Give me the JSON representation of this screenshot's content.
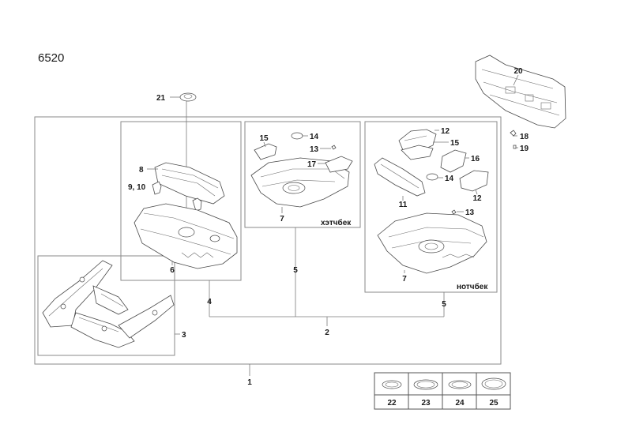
{
  "diagram_number": "6520",
  "variant_labels": {
    "hatchback": "хэтчбек",
    "notchback": "нотчбек"
  },
  "callouts": {
    "n1": "1",
    "n2": "2",
    "n3": "3",
    "n4": "4",
    "n5a": "5",
    "n5b": "5",
    "n6": "6",
    "n7a": "7",
    "n7b": "7",
    "n8": "8",
    "n9_10": "9, 10",
    "n11": "11",
    "n12a": "12",
    "n12b": "12",
    "n13a": "13",
    "n13b": "13",
    "n14a": "14",
    "n14b": "14",
    "n15a": "15",
    "n15b": "15",
    "n16": "16",
    "n17": "17",
    "n18": "18",
    "n19": "19",
    "n20": "20",
    "n21": "21"
  },
  "plug_table": [
    "22",
    "23",
    "24",
    "25"
  ]
}
